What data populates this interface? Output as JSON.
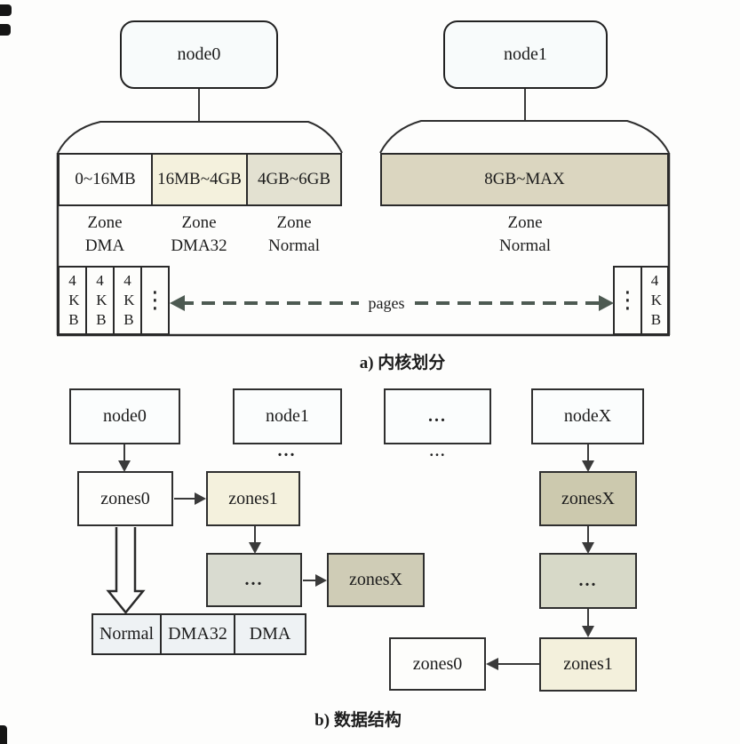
{
  "captions": {
    "a": "a) 内核划分",
    "b": "b) 数据结构"
  },
  "icons": {
    "vertical_ellipsis": "⋮"
  },
  "kernel_partition": {
    "node0": {
      "label": "node0"
    },
    "node1": {
      "label": "node1"
    },
    "node0_zones": [
      {
        "range": "0~16MB",
        "name_line1": "Zone",
        "name_line2": "DMA"
      },
      {
        "range": "16MB~4GB",
        "name_line1": "Zone",
        "name_line2": "DMA32"
      },
      {
        "range": "4GB~6GB",
        "name_line1": "Zone",
        "name_line2": "Normal"
      }
    ],
    "node1_zones": [
      {
        "range": "8GB~MAX",
        "name_line1": "Zone",
        "name_line2": "Normal"
      }
    ],
    "page_cell_label": "4KB",
    "pages_label": "pages"
  },
  "data_structure": {
    "top_nodes": [
      {
        "label": "node0"
      },
      {
        "label": "node1"
      },
      {
        "label": "..."
      },
      {
        "label": "nodeX"
      }
    ],
    "ellipsis_under_node1": "...",
    "ellipsis_under_dots_box": "...",
    "left_chain": {
      "zones0": "zones0",
      "zones1": "zones1",
      "dots": "...",
      "zonesX": "zonesX"
    },
    "right_chain": {
      "zonesX": "zonesX",
      "dots": "...",
      "zones1": "zones1",
      "zones0": "zones0"
    },
    "zone_types": [
      {
        "label": "Normal"
      },
      {
        "label": "DMA32"
      },
      {
        "label": "DMA"
      }
    ]
  },
  "colors": {
    "box_border": "#2f2f2f",
    "node_fill": "#f8fbfb",
    "zone_dma_fill": "#fdfdfb",
    "zone_dma32_fill": "#f4f1dd",
    "zone_normal_fill": "#e3e1d1",
    "zone_8gb_fill": "#dbd6c0",
    "zones1_fill": "#f4f1dd",
    "dots_box_fill": "#d9dbd0",
    "zonesx_fill": "#cdc9b0",
    "pages_arrow": "#4d5a52"
  }
}
